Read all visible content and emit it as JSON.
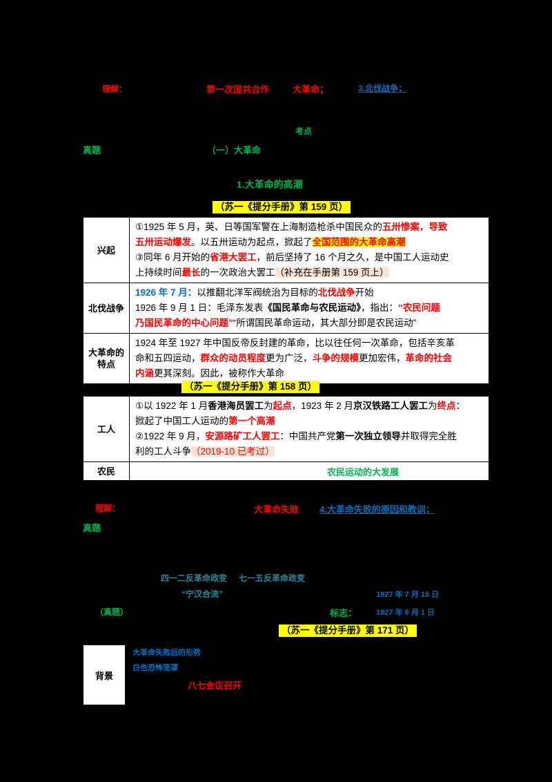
{
  "colors": {
    "red": "#FF0000",
    "green": "#00B050",
    "blue": "#0070C0",
    "teal": "#31859B",
    "hl_yellow": "#FFFF00",
    "hl_peach": "#FBE4D5"
  },
  "refs": {
    "r159": "（苏一《提分手册》第 159 页）",
    "r158": "（苏一《提分手册》第 158 页）",
    "r171": "（苏一《提分手册》第 171 页）"
  },
  "annotations": {
    "a1": "理解：",
    "a2": "第一次国共合作",
    "a3": "大革命；",
    "a4": "3.北伐战争；",
    "a5": "考点",
    "a6": "真题",
    "a7": "（一）大革命",
    "a8": "1.大革命的高潮",
    "b1": "理解：",
    "b2": "大革命失败",
    "b3": "4.大革命失败的原因和教训；",
    "b4": "真题",
    "c1": "四一二反革命政变",
    "c2": "七一五反革命政变",
    "c3": "“宁汉合流”",
    "c4": "1927 年 7 月 15 日",
    "c5": "（真题）",
    "c6": "标志：",
    "c7": "1927 年 8 月 1 日",
    "d1": "大革命失败后的形势",
    "d2": "白色恐怖笼罩",
    "d3": "八七会议召开",
    "farmers_note": "农民运动的大发展"
  },
  "table1": {
    "rows": [
      {
        "header": "兴起",
        "lines": [
          [
            {
              "t": "①1925 年 5 月，英、日等国军警在上海制造枪杀中国民众的"
            },
            {
              "t": "五卅惨案",
              "c": "red b"
            },
            {
              "t": "，"
            },
            {
              "t": "导致",
              "c": "red b"
            }
          ],
          [
            {
              "t": "五卅运动爆发",
              "c": "red b"
            },
            {
              "t": "。以五卅运动为起点，掀起了"
            },
            {
              "t": "全国范围的大革命高潮",
              "c": "red b hl-yellow"
            }
          ],
          [
            {
              "t": "③同年 6 月开始的"
            },
            {
              "t": "省港大罢工",
              "c": "red b"
            },
            {
              "t": "，前后坚持了 16 个月之久，是中国工人运动史"
            }
          ],
          [
            {
              "t": "上持续时间"
            },
            {
              "t": "最长",
              "c": "red b"
            },
            {
              "t": "的一次政治大罢工"
            },
            {
              "t": "（补充在手册第 159 页上）",
              "c": "hl-peach"
            }
          ]
        ]
      },
      {
        "header": "北伐战争",
        "lines": [
          [
            {
              "t": "1926 年 7 月：",
              "c": "blue b"
            },
            {
              "t": "以推翻北洋军阀统治为目标的"
            },
            {
              "t": "北伐战争",
              "c": "red b"
            },
            {
              "t": "开始"
            }
          ],
          [
            {
              "t": "1926 年 9 月 1 日：毛泽东发表"
            },
            {
              "t": "《国民革命与农民运动》",
              "c": "b"
            },
            {
              "t": "，指出："
            },
            {
              "t": "“农民问题",
              "c": "red b"
            }
          ],
          [
            {
              "t": "乃国民革命的中心问题”",
              "c": "red b"
            },
            {
              "t": "“所谓国民革命运动，其大部分即是农民运动”"
            }
          ]
        ]
      },
      {
        "header": "大革命的特点",
        "lines": [
          [
            {
              "t": "1924 年至 1927 年中国反帝反封建的革命，比以往任何一次革命，包括辛亥革"
            }
          ],
          [
            {
              "t": "命和五四运动，"
            },
            {
              "t": "群众的动员程度",
              "c": "red b"
            },
            {
              "t": "更为广泛，"
            },
            {
              "t": "斗争的规模",
              "c": "red b"
            },
            {
              "t": "更加宏伟，"
            },
            {
              "t": "革命的社会",
              "c": "red b"
            }
          ],
          [
            {
              "t": "内涵",
              "c": "red b"
            },
            {
              "t": "更其深刻。因此，被称作大革命"
            }
          ]
        ]
      }
    ]
  },
  "table2": {
    "rows": [
      {
        "header": "工人",
        "lines": [
          [
            {
              "t": "①以 1922 年 1 月"
            },
            {
              "t": "香港海员罢工",
              "c": "b"
            },
            {
              "t": "为"
            },
            {
              "t": "起点",
              "c": "red b"
            },
            {
              "t": "，1923 年 2 月"
            },
            {
              "t": "京汉铁路工人罢工",
              "c": "b"
            },
            {
              "t": "为"
            },
            {
              "t": "终点",
              "c": "red b"
            },
            {
              "t": "："
            }
          ],
          [
            {
              "t": "掀起了中国工人运动的"
            },
            {
              "t": "第一个高潮",
              "c": "red b"
            }
          ],
          [
            {
              "t": "②1922 年 9 月，"
            },
            {
              "t": "安源路矿工人罢工",
              "c": "red b"
            },
            {
              "t": "：中国共产党"
            },
            {
              "t": "第一次独立领导",
              "c": "b"
            },
            {
              "t": "并取得完全胜"
            }
          ],
          [
            {
              "t": "利的工人斗争"
            },
            {
              "t": "（2019-10 已考过）",
              "c": "red hl-peach"
            }
          ]
        ]
      },
      {
        "header": "农民"
      }
    ]
  },
  "table3": {
    "header": "背景"
  }
}
